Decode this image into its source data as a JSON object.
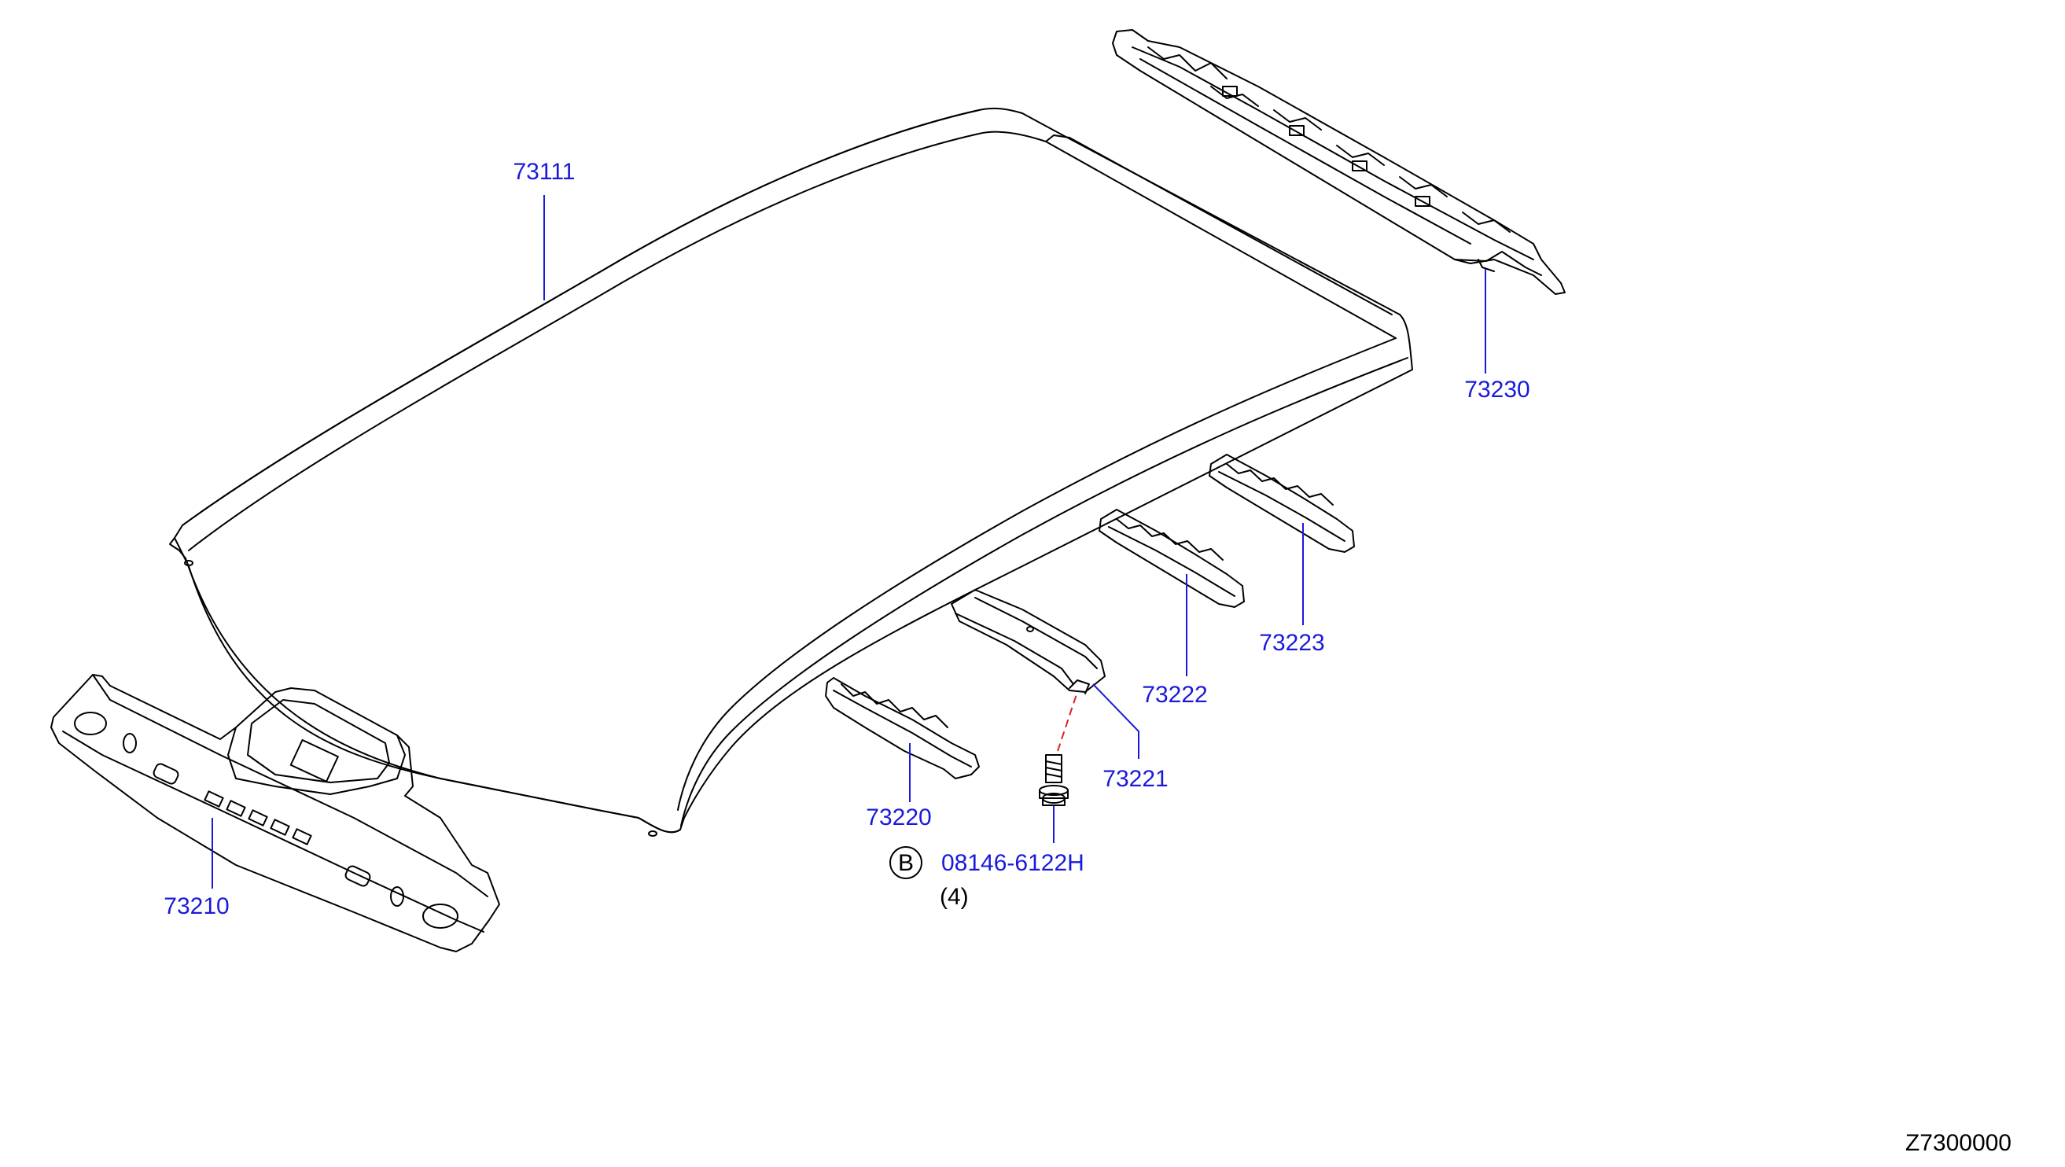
{
  "diagram": {
    "part_numbers": {
      "roof_panel": "73111",
      "rear_rail": "73230",
      "front_rail": "73210",
      "bow_1": "73220",
      "bow_2": "73221",
      "bow_3": "73222",
      "bow_4": "73223",
      "bolt": "08146-6122H"
    },
    "bolt_marker": "B",
    "bolt_quantity": "(4)",
    "diagram_code": "Z7300000",
    "colors": {
      "part_number": "#1a1adb",
      "line": "#000000",
      "dashed_guide": "#e02020"
    }
  }
}
